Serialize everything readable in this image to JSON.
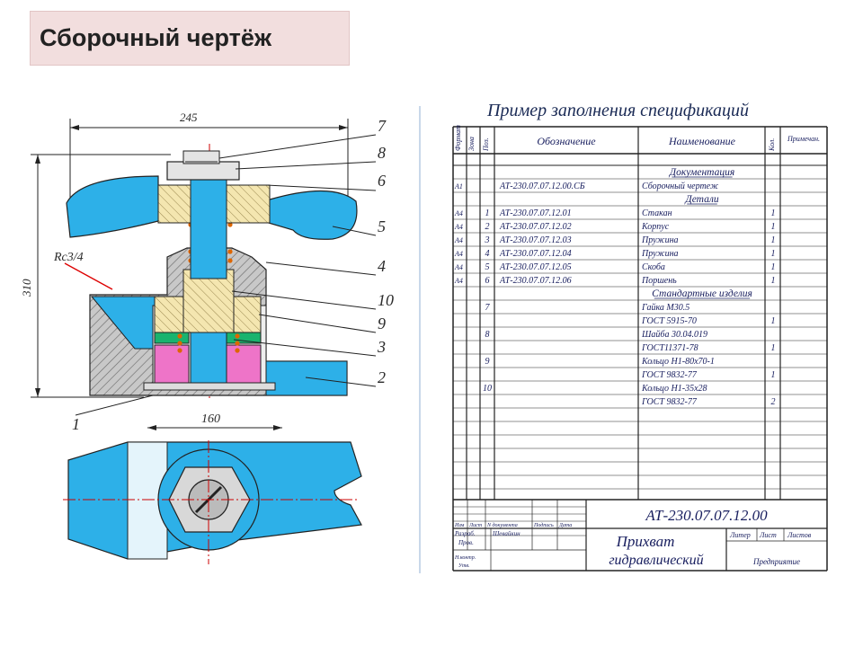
{
  "slide": {
    "title": "Сборочный чертёж",
    "spec_title": "Пример заполнения спецификаций"
  },
  "drawing": {
    "dim_top": "245",
    "dim_height": "310",
    "dim_bottom": "160",
    "thread_label": "Rc3/4",
    "callouts": [
      "7",
      "8",
      "6",
      "5",
      "4",
      "10",
      "9",
      "3",
      "2",
      "1"
    ]
  },
  "spec": {
    "header": {
      "format": "Формат",
      "zone": "Зона",
      "pos": "Поз.",
      "designation": "Обозначение",
      "name": "Наименование",
      "qty": "Кол.",
      "note": "Примечан."
    },
    "rows": [
      {
        "fmt": "",
        "pos": "",
        "des": "",
        "name": "Документация",
        "qty": "",
        "section": true
      },
      {
        "fmt": "А1",
        "pos": "",
        "des": "АТ-230.07.07.12.00.СБ",
        "name": "Сборочный чертеж",
        "qty": ""
      },
      {
        "fmt": "",
        "pos": "",
        "des": "",
        "name": "Детали",
        "qty": "",
        "section": true
      },
      {
        "fmt": "А4",
        "pos": "1",
        "des": "АТ-230.07.07.12.01",
        "name": "Стакан",
        "qty": "1"
      },
      {
        "fmt": "А4",
        "pos": "2",
        "des": "АТ-230.07.07.12.02",
        "name": "Корпус",
        "qty": "1"
      },
      {
        "fmt": "А4",
        "pos": "3",
        "des": "АТ-230.07.07.12.03",
        "name": "Пружина",
        "qty": "1"
      },
      {
        "fmt": "А4",
        "pos": "4",
        "des": "АТ-230.07.07.12.04",
        "name": "Пружина",
        "qty": "1"
      },
      {
        "fmt": "А4",
        "pos": "5",
        "des": "АТ-230.07.07.12.05",
        "name": "Скоба",
        "qty": "1"
      },
      {
        "fmt": "А4",
        "pos": "6",
        "des": "АТ-230.07.07.12.06",
        "name": "Поршень",
        "qty": "1"
      },
      {
        "fmt": "",
        "pos": "",
        "des": "",
        "name": "Стандартные изделия",
        "qty": "",
        "section": true
      },
      {
        "fmt": "",
        "pos": "7",
        "des": "",
        "name": "Гайка М30.5",
        "qty": ""
      },
      {
        "fmt": "",
        "pos": "",
        "des": "",
        "name": "ГОСТ 5915-70",
        "qty": "1"
      },
      {
        "fmt": "",
        "pos": "8",
        "des": "",
        "name": "Шайба 30.04.019",
        "qty": ""
      },
      {
        "fmt": "",
        "pos": "",
        "des": "",
        "name": "ГОСТ11371-78",
        "qty": "1"
      },
      {
        "fmt": "",
        "pos": "9",
        "des": "",
        "name": "Кольцо Н1-80х70-1",
        "qty": ""
      },
      {
        "fmt": "",
        "pos": "",
        "des": "",
        "name": "ГОСТ 9832-77",
        "qty": "1"
      },
      {
        "fmt": "",
        "pos": "10",
        "des": "",
        "name": "Кольцо Н1-35х28",
        "qty": ""
      },
      {
        "fmt": "",
        "pos": "",
        "des": "",
        "name": "ГОСТ 9832-77",
        "qty": "2"
      }
    ],
    "stamp": {
      "code": "АТ-230.07.07.12.00",
      "name_line1": "Прихват",
      "name_line2": "гидравлический",
      "col_izm": "Изм",
      "col_list": "Лист",
      "col_docnum": "N документа",
      "col_sign": "Подпись",
      "col_date": "Дата",
      "razrab": "Разраб.",
      "author": "Шевайкин",
      "prov": "Пров.",
      "nkontr": "Н.контр.",
      "utv": "Утв.",
      "litera": "Литер",
      "sheet": "Лист",
      "sheets": "Листов",
      "enterprise": "Предприятие"
    }
  }
}
